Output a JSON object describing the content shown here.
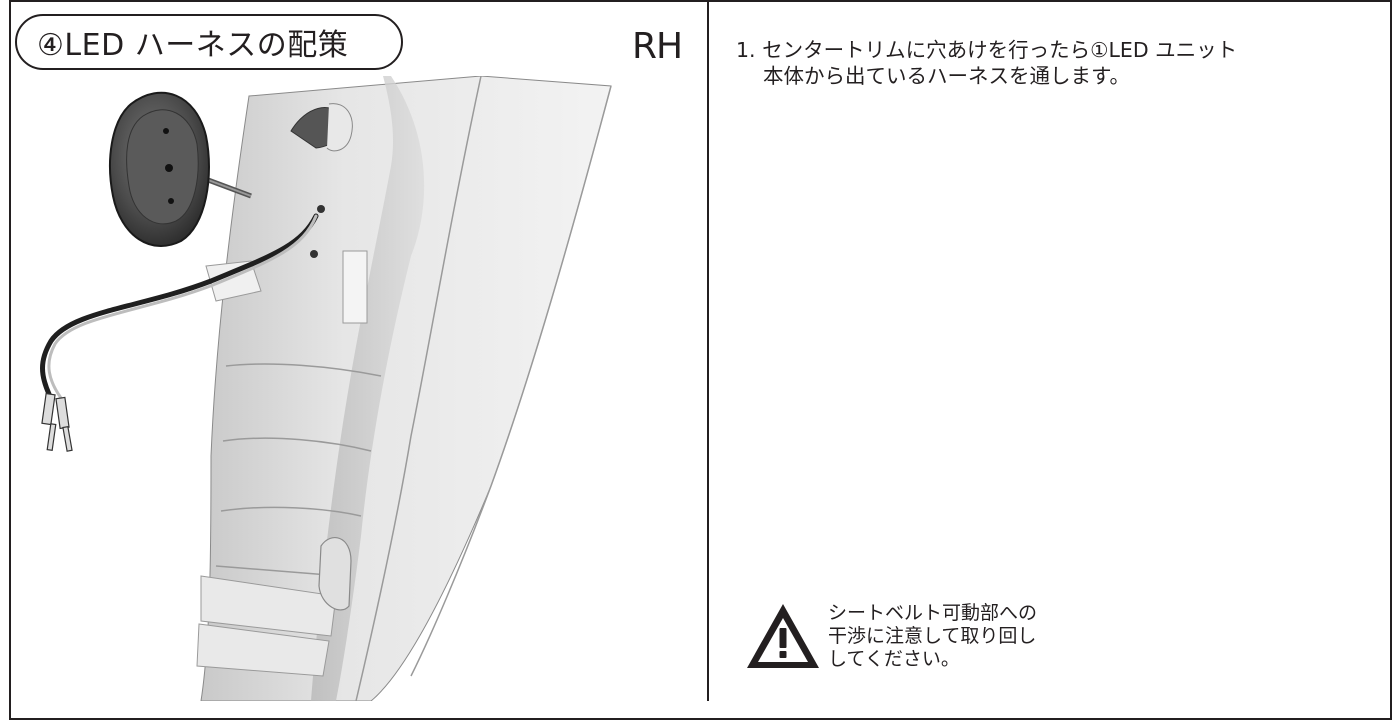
{
  "header": {
    "title": "④LED ハーネスの配策",
    "side": "RH"
  },
  "instructions": {
    "line1": "1. センタートリムに穴あけを行ったら①LED ユニット",
    "line2": "本体から出ているハーネスを通します。"
  },
  "caution": {
    "icon": "warning-triangle-icon",
    "line1": "シートベルト可動部への",
    "line2": "干渉に注意して取り回し",
    "line3": "してください。"
  },
  "figure": {
    "description_icon": "led-unit-harness-illustration"
  }
}
